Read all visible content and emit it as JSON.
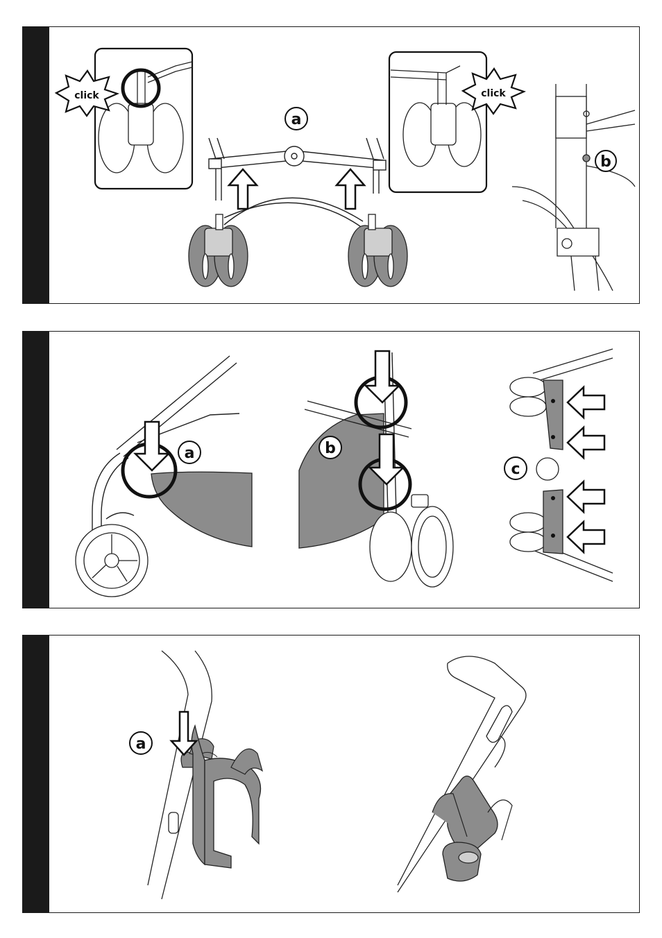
{
  "panels": [
    {
      "labels": {
        "a": "a",
        "b": "b"
      },
      "click_left": "click",
      "click_right": "click"
    },
    {
      "labels": {
        "a": "a",
        "b": "b",
        "c": "c"
      }
    },
    {
      "labels": {
        "a": "a"
      }
    }
  ],
  "colors": {
    "fill_gray": "#8c8c8c",
    "ink": "#1a1a1a"
  }
}
